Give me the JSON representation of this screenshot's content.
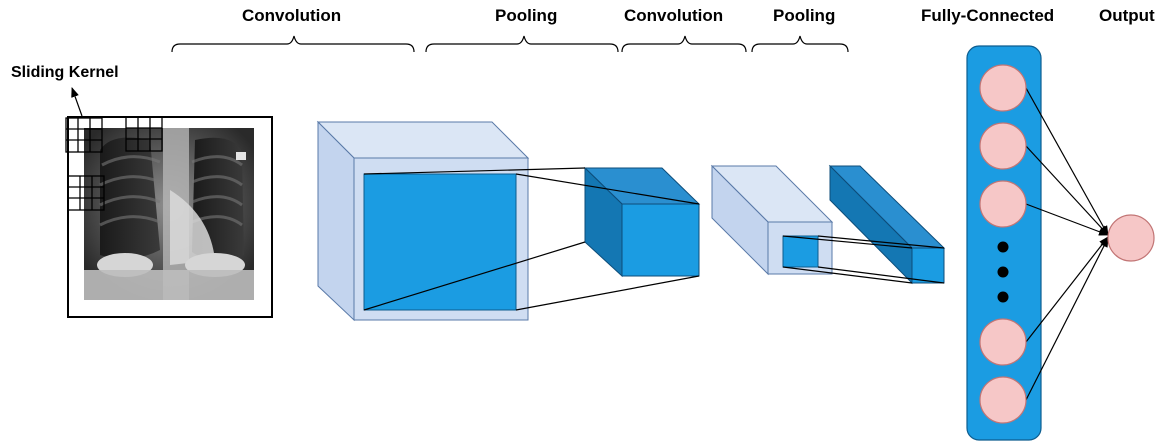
{
  "stages": {
    "conv1": "Convolution",
    "pool1": "Pooling",
    "conv2": "Convolution",
    "pool2": "Pooling",
    "fc": "Fully-Connected",
    "output": "Output"
  },
  "kernel_label": "Sliding Kernel",
  "colors": {
    "blue": "#1b9ce2",
    "blue_dark": "#1477b3",
    "light_blue": "#c9d9f0",
    "node_fill": "#f6c7c7",
    "node_stroke": "#c27575"
  },
  "fc_nodes": {
    "top_count": 3,
    "ellipsis_dots": 3,
    "bottom_count": 2
  },
  "output_nodes": 1
}
